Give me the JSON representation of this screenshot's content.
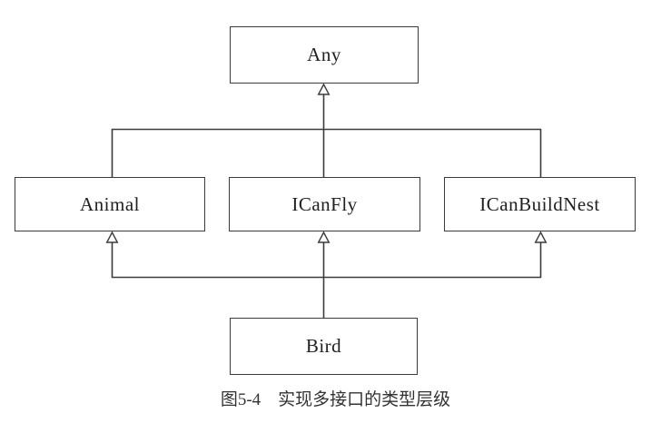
{
  "figure": {
    "caption_label": "图5-4",
    "caption_text": "实现多接口的类型层级"
  },
  "diagram": {
    "type": "uml-type-hierarchy",
    "nodes": {
      "any": {
        "label": "Any"
      },
      "animal": {
        "label": "Animal"
      },
      "icanfly": {
        "label": "ICanFly"
      },
      "icanbuildnest": {
        "label": "ICanBuildNest"
      },
      "bird": {
        "label": "Bird"
      }
    },
    "edges": [
      {
        "from": "Animal",
        "to": "Any",
        "relation": "subtype-of"
      },
      {
        "from": "ICanFly",
        "to": "Any",
        "relation": "subtype-of"
      },
      {
        "from": "ICanBuildNest",
        "to": "Any",
        "relation": "subtype-of"
      },
      {
        "from": "Bird",
        "to": "Animal",
        "relation": "subtype-of"
      },
      {
        "from": "Bird",
        "to": "ICanFly",
        "relation": "subtype-of"
      },
      {
        "from": "Bird",
        "to": "ICanBuildNest",
        "relation": "subtype-of"
      }
    ]
  },
  "colors": {
    "line": "#3b3b3b",
    "box_border": "#3b3b3b",
    "text": "#1f1f1f",
    "caption_text": "#333333",
    "background": "#ffffff"
  }
}
